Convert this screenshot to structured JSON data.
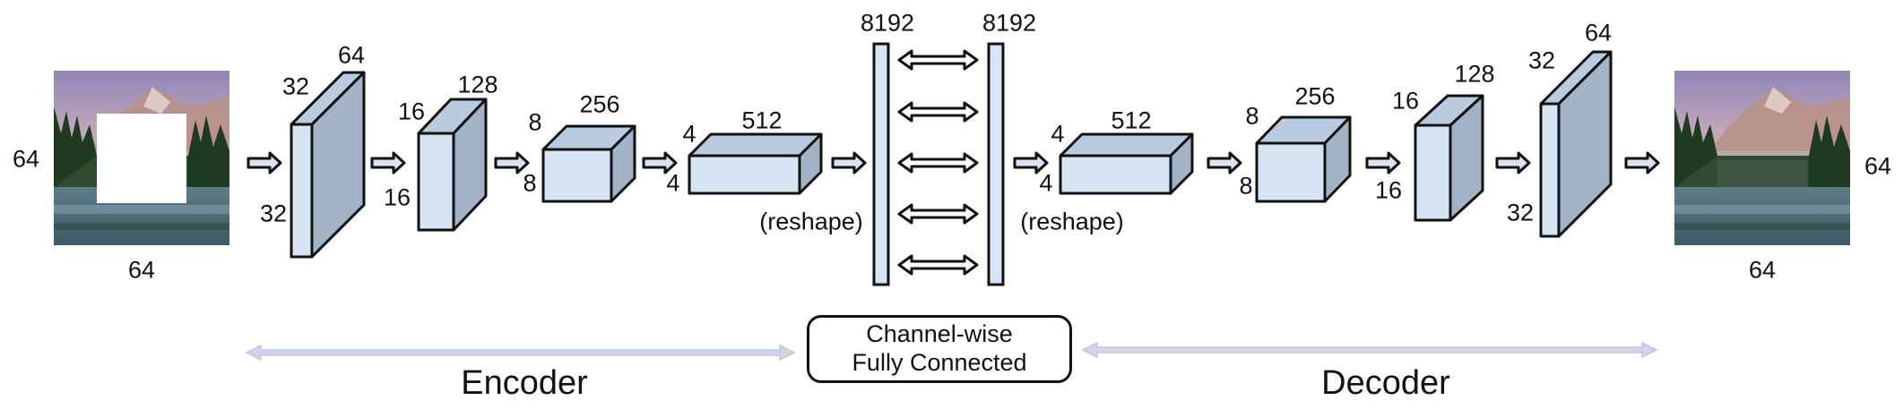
{
  "colors": {
    "block_front": "#d6e4f4",
    "block_top": "#b8cbe0",
    "block_side": "#a3b3c6",
    "stroke": "#111111",
    "arrow_fill": "#dde3ee",
    "section_arrow": "#d2d2ea"
  },
  "images": {
    "input": {
      "label_left": "64",
      "label_bottom": "64",
      "masked_center": true
    },
    "output": {
      "label_right": "64",
      "label_bottom": "64"
    }
  },
  "encoder_blocks": [
    {
      "label_left": "32",
      "label_top_left": "32",
      "label_top_right": "64"
    },
    {
      "label_left": "16",
      "label_top_left": "16",
      "label_top_right": "128"
    },
    {
      "label_side": "8",
      "label_top_left": "8",
      "label_top_right": "256"
    },
    {
      "label_side": "4",
      "label_top_left": "4",
      "label_top_right": "512"
    }
  ],
  "decoder_blocks": [
    {
      "label_side": "4",
      "label_top_left": "4",
      "label_top_right": "512"
    },
    {
      "label_side": "8",
      "label_top_left": "8",
      "label_top_right": "256"
    },
    {
      "label_left": "16",
      "label_top_left": "16",
      "label_top_right": "128"
    },
    {
      "label_left": "32",
      "label_top_left": "32",
      "label_top_right": "64"
    }
  ],
  "bars": {
    "left_label": "8192",
    "right_label": "8192"
  },
  "reshape_left": "(reshape)",
  "reshape_right": "(reshape)",
  "fc_box": {
    "line1": "Channel-wise",
    "line2": "Fully Connected"
  },
  "encoder_label": "Encoder",
  "decoder_label": "Decoder"
}
